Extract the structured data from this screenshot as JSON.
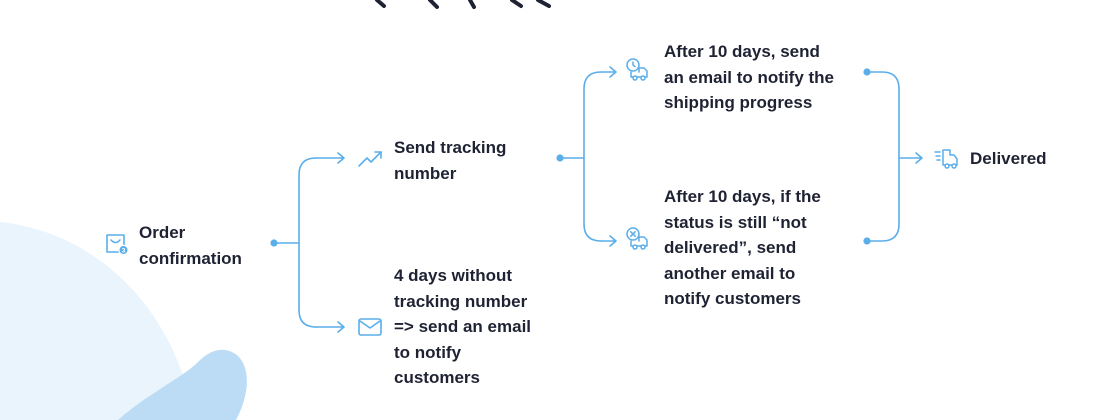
{
  "nodes": {
    "order": "Order\nconfirmation",
    "tracking": "Send tracking\nnumber",
    "no_tracking": "4 days without\ntracking number\n=> send an email\nto notify\ncustomers",
    "progress": "After 10 days, send\nan email to notify the\nshipping progress",
    "not_delivered": "After 10 days, if the\nstatus is still “not\ndelivered”, send\nanother email to\nnotify customers",
    "delivered": "Delivered"
  },
  "icons": {
    "order": "shopping-bag-icon",
    "tracking": "trending-up-icon",
    "no_tracking": "mail-icon",
    "progress": "truck-clock-icon",
    "not_delivered": "truck-x-icon",
    "delivered": "fast-delivery-icon"
  },
  "colors": {
    "accent": "#5aaeea",
    "text": "#1f2233",
    "decor": "#e6f2fb",
    "decor_strong": "#bcdcf5"
  }
}
